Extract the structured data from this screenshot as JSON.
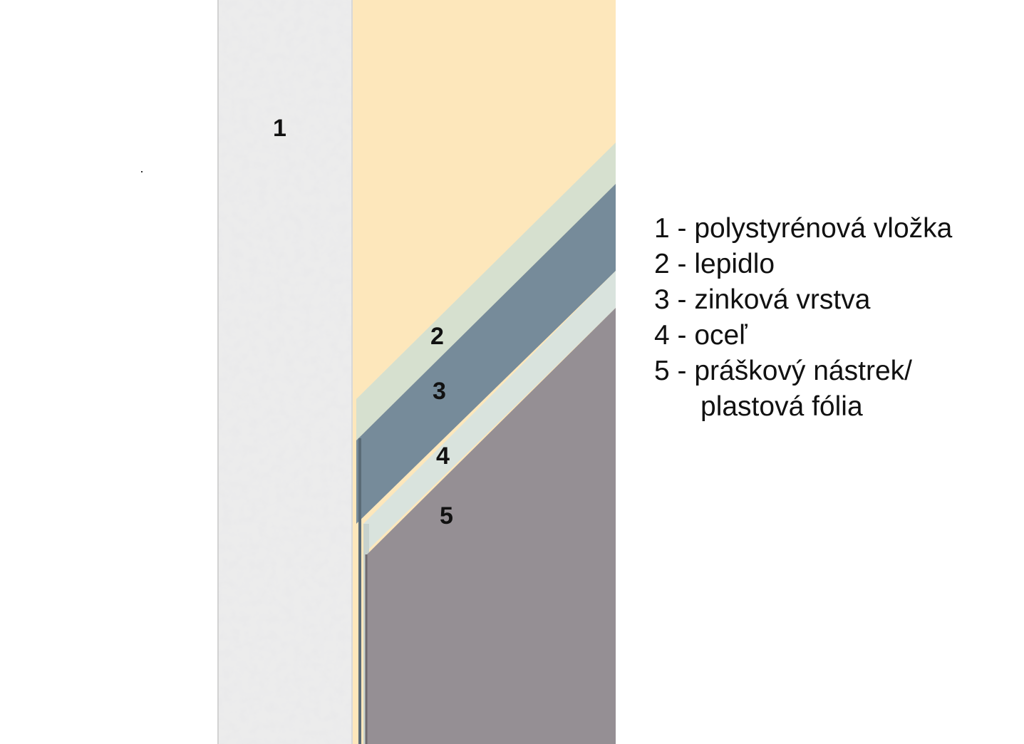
{
  "layers": [
    {
      "number": "1",
      "color": "#ececec"
    },
    {
      "number": "2",
      "color": "#d6e0cf"
    },
    {
      "number": "3",
      "color": "#768b9a"
    },
    {
      "number": "4",
      "color": "#d9e3dd"
    },
    {
      "number": "5",
      "color": "#958f94"
    }
  ],
  "colors": {
    "background_panel": "#fde7bb"
  },
  "legend": [
    {
      "text": "1 - polystyrénová vložka"
    },
    {
      "text": "2 - lepidlo"
    },
    {
      "text": "3 - zinková vrstva"
    },
    {
      "text": "4 - oceľ"
    },
    {
      "text": "5 - práškový nástrek/"
    },
    {
      "text": "plastová fólia"
    }
  ]
}
